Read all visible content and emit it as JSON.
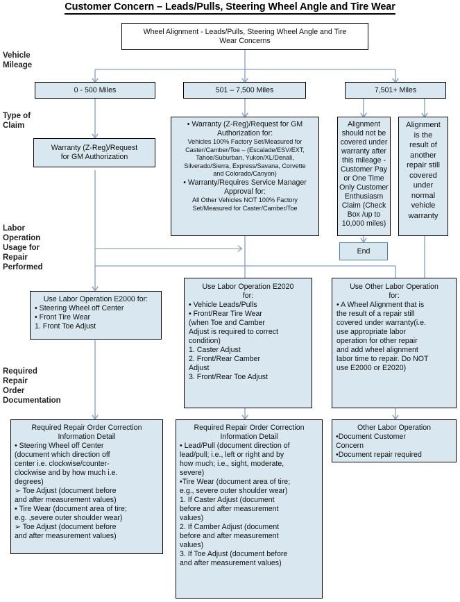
{
  "title": "Customer Concern – Leads/Pulls, Steering Wheel Angle and Tire Wear",
  "row_labels": {
    "mileage": "Vehicle\nMileage",
    "claim": "Type of\nClaim",
    "labor": "Labor\nOperation\nUsage for\nRepair\nPerformed",
    "documentation": "Required\nRepair\nOrder\nDocumentation"
  },
  "colors": {
    "node_fill": "#d9e8f0",
    "node_border": "#000000",
    "connector": "#7f9fc4",
    "connector_gray": "#9aa9b8",
    "text": "#0f0f0f"
  },
  "nodes": {
    "start": {
      "line1": "Wheel Alignment - Leads/Pulls, Steering Wheel Angle and Tire",
      "line2": "Wear Concerns"
    },
    "mileage_low": "0 - 500 Miles",
    "mileage_mid": "501 – 7,500 Miles",
    "mileage_high": "7,501+ Miles",
    "claim_low": {
      "line1": "Warranty (Z-Reg)/Request",
      "line2": "for GM  Authorization"
    },
    "claim_mid": {
      "head1": "• Warranty (Z-Reg)/Request for GM",
      "head1b": "Authorization for:",
      "body1": [
        "Vehicles 100% Factory Set/Measured for",
        "Caster/Camber/Toe – (Escalade/ESV/EXT,",
        "Tahoe/Suburban, Yukon/XL/Denali,",
        "Silverado/Sierra, Express/Savana,  Corvette",
        "and Colorado/Canyon)"
      ],
      "head2": "• Warranty/Requires Service Manager",
      "head2b": "Approval for:",
      "body2": [
        "All Other Vehicles NOT 100% Factory",
        "Set/Measured for Caster/Camber/Toe"
      ]
    },
    "claim_high_a": [
      "Alignment",
      "should not be",
      "covered under",
      "warranty after",
      "this mileage -",
      "Customer Pay",
      "or  One Time",
      "Only Customer",
      "Enthusiasm",
      "Claim (Check",
      "Box /up to",
      "10,000 miles)"
    ],
    "claim_high_b": [
      "Alignment",
      "is the",
      "result of",
      "another",
      "repair still",
      "covered",
      "under",
      "normal",
      "vehicle",
      "warranty"
    ],
    "end": "End",
    "labor_e2000": {
      "header": "Use Labor Operation E2000 for:",
      "items": [
        "• Steering Wheel off Center",
        "• Front Tire Wear",
        "1.    Front Toe Adjust"
      ]
    },
    "labor_e2020": {
      "header1": "Use Labor Operation E2020",
      "header2": "for:",
      "items": [
        "• Vehicle Leads/Pulls",
        "• Front/Rear Tire Wear",
        "(when Toe and Camber",
        "Adjust is required to correct",
        "condition)"
      ],
      "numbered": [
        "1.    Caster Adjust",
        "2.    Front/Rear Camber",
        "       Adjust",
        "3.    Front/Rear Toe Adjust"
      ]
    },
    "labor_other": {
      "header1": "Use Other Labor Operation",
      "header2": "for:",
      "body": [
        "• A Wheel Alignment that is",
        "the result of a repair still",
        "covered under warranty(i.e.",
        "use appropriate labor",
        "operation for other repair",
        "and add wheel alignment",
        "labor time to repair. Do NOT",
        "use E2000 or E2020)"
      ]
    },
    "doc_left": {
      "header1": "Required Repair Order Correction",
      "header2": "Information Detail",
      "body": [
        "•   Steering Wheel off Center",
        "(document which direction off",
        "center i.e. clockwise/counter-",
        "clockwise and by how much i.e.",
        "degrees)",
        "➢    Toe Adjust (document before",
        "       and after measurement values)",
        "• Tire Wear (document area of tire;",
        "e.g. ,severe outer shoulder wear)",
        "➢    Toe Adjust (document before",
        "       and after measurement values)"
      ]
    },
    "doc_mid": {
      "header1": "Required Repair Order Correction",
      "header2": "Information Detail",
      "body": [
        "• Lead/Pull (document direction of",
        "lead/pull; i.e., left or right and by",
        "how much; i.e., sight, moderate,",
        "severe)",
        "•Tire Wear (document area of tire;",
        "e.g., severe outer shoulder wear)",
        "1.     If Caster Adjust (document",
        "        before and after measurement",
        "        values)",
        "2.     If Camber Adjust (document",
        "        before and after measurement",
        "        values)",
        "3.     If Toe Adjust (document before",
        "        and after measurement values)"
      ]
    },
    "doc_right": {
      "header": "Other Labor Operation",
      "body": [
        "•Document Customer",
        "Concern",
        "•Document repair required"
      ]
    }
  }
}
